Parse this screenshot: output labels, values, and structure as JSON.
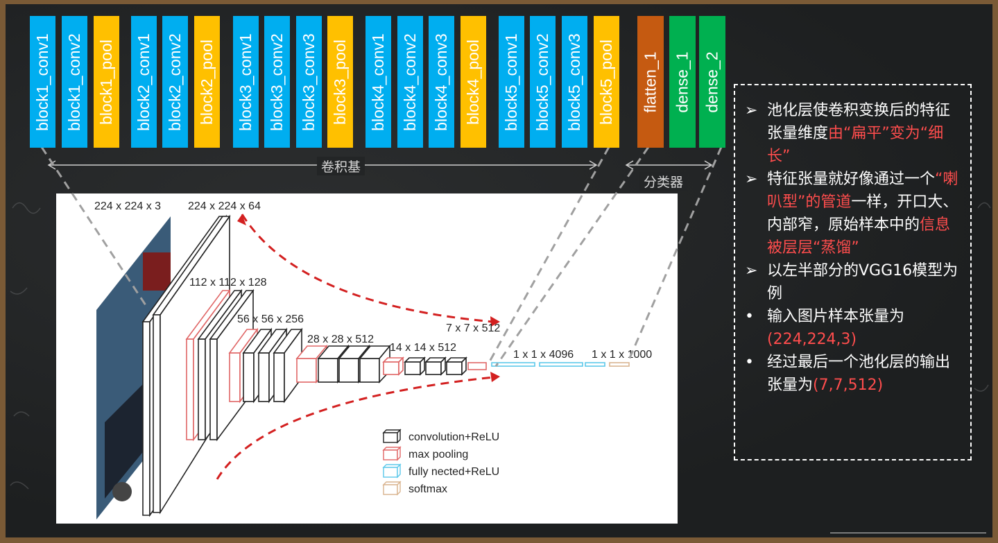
{
  "layers": [
    {
      "label": "block1_conv1",
      "kind": "conv"
    },
    {
      "label": "block1_conv2",
      "kind": "conv"
    },
    {
      "label": "block1_pool",
      "kind": "pool"
    },
    {
      "label": "block2_conv1",
      "kind": "conv"
    },
    {
      "label": "block2_conv2",
      "kind": "conv"
    },
    {
      "label": "block2_pool",
      "kind": "pool"
    },
    {
      "label": "block3_conv1",
      "kind": "conv"
    },
    {
      "label": "block3_conv2",
      "kind": "conv"
    },
    {
      "label": "block3_conv3",
      "kind": "conv"
    },
    {
      "label": "block3_pool",
      "kind": "pool"
    },
    {
      "label": "block4_conv1",
      "kind": "conv"
    },
    {
      "label": "block4_conv2",
      "kind": "conv"
    },
    {
      "label": "block4_conv3",
      "kind": "conv"
    },
    {
      "label": "block4_pool",
      "kind": "pool"
    },
    {
      "label": "block5_conv1",
      "kind": "conv"
    },
    {
      "label": "block5_conv2",
      "kind": "conv"
    },
    {
      "label": "block5_conv3",
      "kind": "conv"
    },
    {
      "label": "block5_pool",
      "kind": "pool"
    },
    {
      "label": "flatten_1",
      "kind": "flatten"
    },
    {
      "label": "dense_1",
      "kind": "dense"
    },
    {
      "label": "dense_2",
      "kind": "dense"
    }
  ],
  "sections": {
    "conv_base": "卷积基",
    "classifier": "分类器"
  },
  "figure": {
    "dims": [
      "224 x 224 x 3",
      "224 x 224 x 64",
      "112 x 112 x 128",
      "56 x 56 x 256",
      "28 x 28 x 512",
      "14 x 14 x 512",
      "7 x 7 x 512",
      "1 x 1 x 4096",
      "1 x 1 x 1000"
    ],
    "legend": [
      {
        "label": "convolution+ReLU",
        "color": "#222222"
      },
      {
        "label": "max pooling",
        "color": "#e06666"
      },
      {
        "label": "fully nected+ReLU",
        "color": "#5bc8ea"
      },
      {
        "label": "softmax",
        "color": "#d9b48f"
      }
    ]
  },
  "notes": [
    {
      "marker": "➢",
      "parts": [
        {
          "t": "池化层使卷积变换后的特征张量维度"
        },
        {
          "t": "由“扁平”变为“细长”",
          "red": true
        }
      ]
    },
    {
      "marker": "➢",
      "parts": [
        {
          "t": "特征张量就好像通过一个"
        },
        {
          "t": "“喇叭型”的管道",
          "red": true
        },
        {
          "t": "一样，开口大、内部窄，原始样本中的"
        },
        {
          "t": "信息被层层“蒸馏”",
          "red": true
        }
      ]
    },
    {
      "marker": "➢",
      "parts": [
        {
          "t": "以左半部分的VGG16模型为例"
        }
      ]
    },
    {
      "marker": "•",
      "parts": [
        {
          "t": "输入图片样本张量为"
        },
        {
          "t": "(224,224,3)",
          "red": true
        }
      ]
    },
    {
      "marker": "•",
      "parts": [
        {
          "t": "经过最后一个池化层的输出张量为"
        },
        {
          "t": "(7,7,512)",
          "red": true
        }
      ]
    }
  ],
  "colors": {
    "conv": "#00aef0",
    "pool": "#ffc000",
    "flatten": "#c55a11",
    "dense": "#00b050",
    "highlight": "#ff4d4d"
  }
}
